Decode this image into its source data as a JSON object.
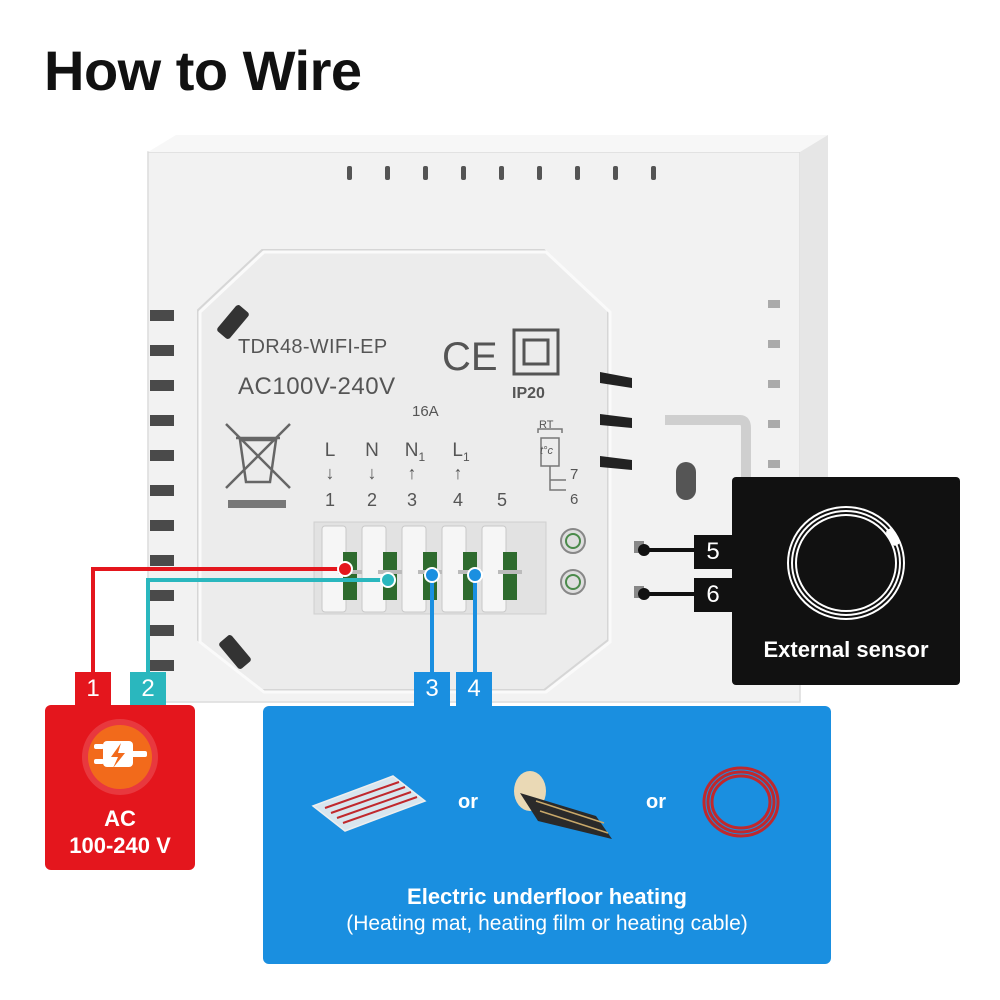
{
  "title": "How to Wire",
  "device": {
    "model": "TDR48-WIFI-EP",
    "voltage": "AC100V-240V",
    "ce_mark": "CE",
    "ip_rating": "IP20",
    "current": "16A",
    "sensor_terminal_label": "RT",
    "sensor_symbol": "t°c",
    "sensor_pin_7": "7",
    "sensor_pin_6": "6"
  },
  "terminals": [
    {
      "letter": "L",
      "sub": "",
      "arrow": "↓",
      "number": "1"
    },
    {
      "letter": "N",
      "sub": "",
      "arrow": "↓",
      "number": "2"
    },
    {
      "letter": "N",
      "sub": "1",
      "arrow": "↑",
      "number": "3"
    },
    {
      "letter": "L",
      "sub": "1",
      "arrow": "↑",
      "number": "4"
    },
    {
      "letter": "",
      "sub": "",
      "arrow": "",
      "number": "5"
    }
  ],
  "wire_tags": {
    "t1": "1",
    "t2": "2",
    "t3": "3",
    "t4": "4",
    "t5": "5",
    "t6": "6"
  },
  "power": {
    "label_line1": "AC",
    "label_line2": "100-240 V",
    "icon": "plug-lightning-icon"
  },
  "heating": {
    "or_1": "or",
    "or_2": "or",
    "title": "Electric underfloor heating",
    "subtitle": "(Heating mat, heating film or heating cable)"
  },
  "sensor": {
    "label": "External sensor"
  },
  "colors": {
    "red": "#e4161d",
    "teal": "#2ab7be",
    "blue": "#1a8fe0",
    "black": "#111111"
  }
}
